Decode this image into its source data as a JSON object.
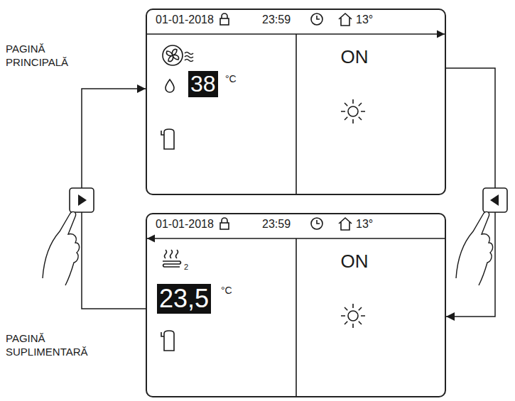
{
  "diagram": {
    "nodes": [
      {
        "text": [
          "01-01-2018",
          "23:59",
          "13°",
          "38",
          "°C",
          "ON"
        ]
      },
      {
        "text": [
          "01-01-2018",
          "23:59",
          "13°",
          "2",
          "23,5",
          "°C",
          "ON"
        ]
      }
    ],
    "edges": [
      {
        "from": 1,
        "to": 0,
        "arrow": "to"
      },
      {
        "from": 0,
        "to": 1,
        "arrow": "to"
      }
    ],
    "labels": [
      "PAGINĂ PRINCIPALĂ",
      "PAGINĂ SUPLIMENTARĂ"
    ]
  }
}
